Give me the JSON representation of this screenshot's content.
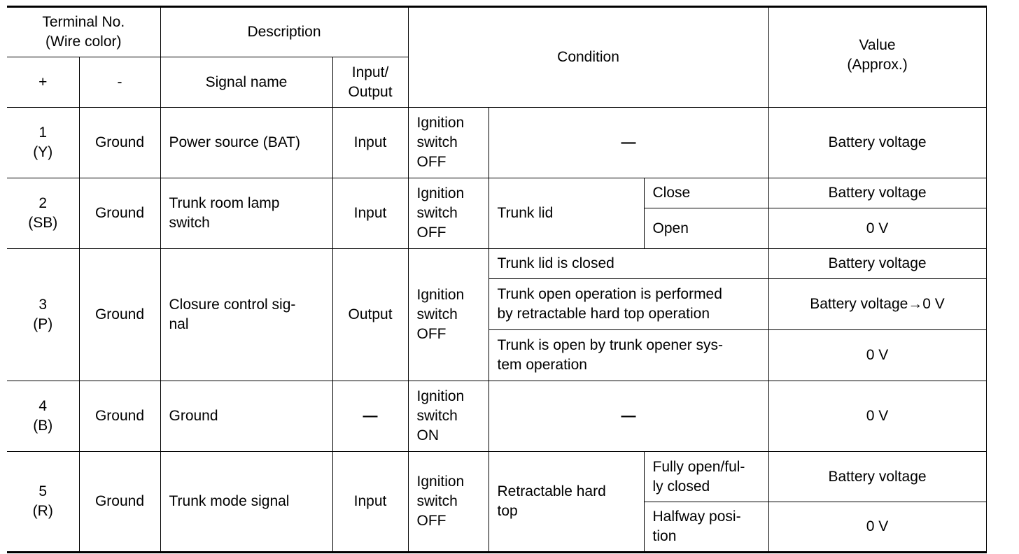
{
  "header": {
    "terminal_no": "Terminal No.\n(Wire color)",
    "description": "Description",
    "condition": "Condition",
    "value": "Value\n(Approx.)",
    "plus": "+",
    "minus": "-",
    "signal_name": "Signal name",
    "input_output": "Input/\nOutput"
  },
  "rows": [
    {
      "terminal": "1\n(Y)",
      "minus": "Ground",
      "signal": "Power source (BAT)",
      "io": "Input",
      "ignition": "Ignition\nswitch\nOFF",
      "condition": "—",
      "value": "Battery voltage"
    },
    {
      "terminal": "2\n(SB)",
      "minus": "Ground",
      "signal": "Trunk room lamp\nswitch",
      "io": "Input",
      "ignition": "Ignition\nswitch\nOFF",
      "condition": "Trunk lid",
      "sub": [
        {
          "state": "Close",
          "value": "Battery voltage"
        },
        {
          "state": "Open",
          "value": "0 V"
        }
      ]
    },
    {
      "terminal": "3\n(P)",
      "minus": "Ground",
      "signal": "Closure control sig-\nnal",
      "io": "Output",
      "ignition": "Ignition\nswitch\nOFF",
      "sub": [
        {
          "condition": "Trunk lid is closed",
          "value": "Battery voltage"
        },
        {
          "condition": "Trunk open operation is performed\nby retractable hard top operation",
          "value": "Battery voltage→0 V"
        },
        {
          "condition": "Trunk is open by trunk opener sys-\ntem operation",
          "value": "0 V"
        }
      ]
    },
    {
      "terminal": "4\n(B)",
      "minus": "Ground",
      "signal": "Ground",
      "io": "—",
      "ignition": "Ignition\nswitch\nON",
      "condition": "—",
      "value": "0 V"
    },
    {
      "terminal": "5\n(R)",
      "minus": "Ground",
      "signal": "Trunk mode signal",
      "io": "Input",
      "ignition": "Ignition\nswitch\nOFF",
      "condition": "Retractable hard\ntop",
      "sub": [
        {
          "state": "Fully open/ful-\nly closed",
          "value": "Battery voltage"
        },
        {
          "state": "Halfway posi-\ntion",
          "value": "0 V"
        }
      ]
    }
  ]
}
